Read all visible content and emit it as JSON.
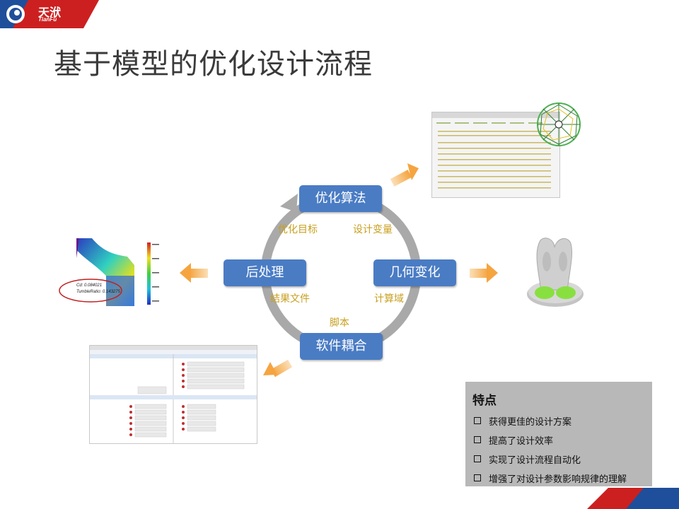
{
  "logo": {
    "name": "天洑",
    "sub": "TianFu"
  },
  "title": "基于模型的优化设计流程",
  "cycle": {
    "nodes": {
      "top": "优化算法",
      "right": "几何变化",
      "bottom": "软件耦合",
      "left": "后处理"
    },
    "labels": {
      "objective": "优化目标",
      "variables": "设计变量",
      "domain": "计算域",
      "script": "脚本",
      "result_file": "结果文件"
    }
  },
  "cfd_result": {
    "cd": "Cd: 0.084021",
    "tumble": "TumbleRatio: 0.143275"
  },
  "features": {
    "title": "特点",
    "items": [
      "获得更佳的设计方案",
      "提高了设计效率",
      "实现了设计流程自动化",
      "增强了对设计参数影响规律的理解"
    ]
  },
  "colors": {
    "node": "#4a7cc4",
    "label": "#c8a020",
    "arrow": "#f5a440",
    "panel": "#b8b8b8",
    "brand_red": "#cc2020"
  }
}
